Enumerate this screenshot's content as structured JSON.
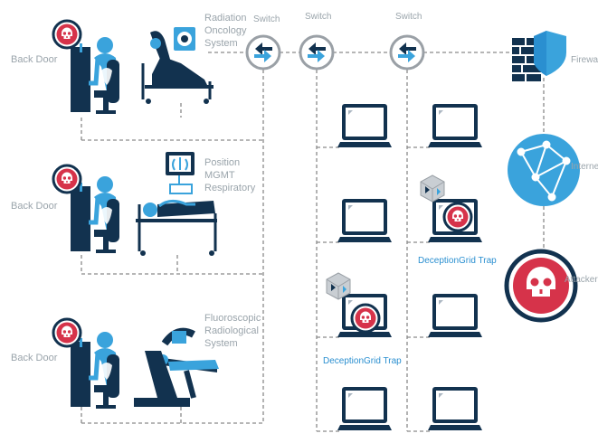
{
  "labels": {
    "back_door_1": "Back Door",
    "back_door_2": "Back Door",
    "back_door_3": "Back Door",
    "radiation_1": "Radiation",
    "radiation_2": "Oncology",
    "radiation_3": "System",
    "position_1": "Position",
    "position_2": "MGMT",
    "position_3": "Respiratory",
    "fluoro_1": "Fluoroscopic",
    "fluoro_2": "Radiological",
    "fluoro_3": "System",
    "switch_1": "Switch",
    "switch_2": "Switch",
    "switch_3": "Switch",
    "firewall": "Firewall",
    "internet": "Internet",
    "attacker": "Attacker",
    "trap_1": "DeceptionGrid Trap",
    "trap_2": "DeceptionGrid Trap"
  },
  "colors": {
    "navy": "#12324f",
    "blue": "#2a8fd0",
    "sky": "#3aa3dc",
    "red": "#d6334a",
    "dashed": "#8a8a8a",
    "label_gray": "#9aa4ab"
  }
}
